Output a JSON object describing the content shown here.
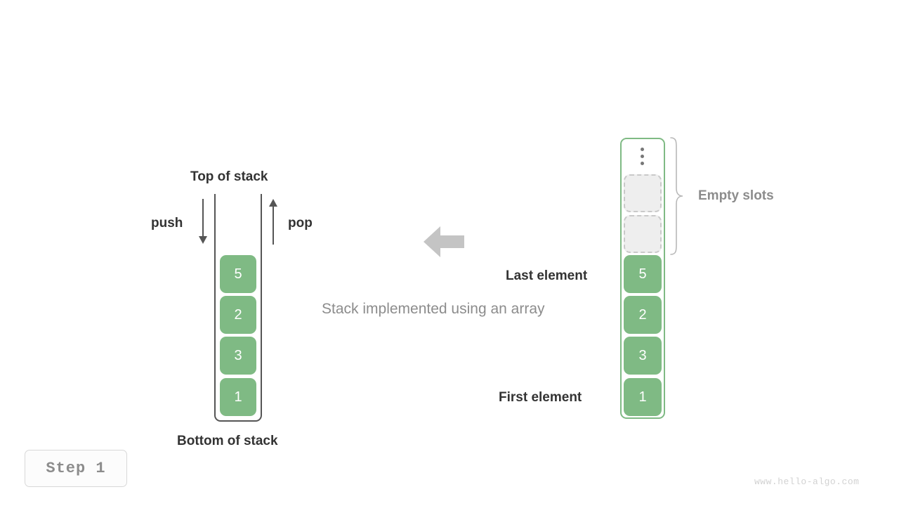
{
  "diagram": {
    "caption": "Stack implemented using an array",
    "step_badge": "Step 1",
    "watermark": "www.hello-algo.com",
    "colors": {
      "element_fill": "#7fba84",
      "array_border": "#7fba84",
      "empty_slot_fill": "#eeeeee",
      "empty_slot_border": "#c9c9c9",
      "stack_frame": "#555555",
      "label_dark": "#333333",
      "label_gray": "#8c8c8c",
      "middle_arrow": "#c4c4c4"
    }
  },
  "stack": {
    "top_label": "Top of stack",
    "bottom_label": "Bottom of stack",
    "push_label": "push",
    "pop_label": "pop",
    "push_icon": "arrow-down-icon",
    "pop_icon": "arrow-up-icon",
    "elements": [
      {
        "value": "5"
      },
      {
        "value": "2"
      },
      {
        "value": "3"
      },
      {
        "value": "1"
      }
    ]
  },
  "middle": {
    "arrow_icon": "arrow-left-icon"
  },
  "array": {
    "ellipsis_icon": "vertical-ellipsis-icon",
    "brace_icon": "curly-brace-icon",
    "empty_slots_label": "Empty slots",
    "last_element_label": "Last element",
    "first_element_label": "First element",
    "empty_slot_count": 2,
    "elements": [
      {
        "value": "5"
      },
      {
        "value": "2"
      },
      {
        "value": "3"
      },
      {
        "value": "1"
      }
    ]
  }
}
